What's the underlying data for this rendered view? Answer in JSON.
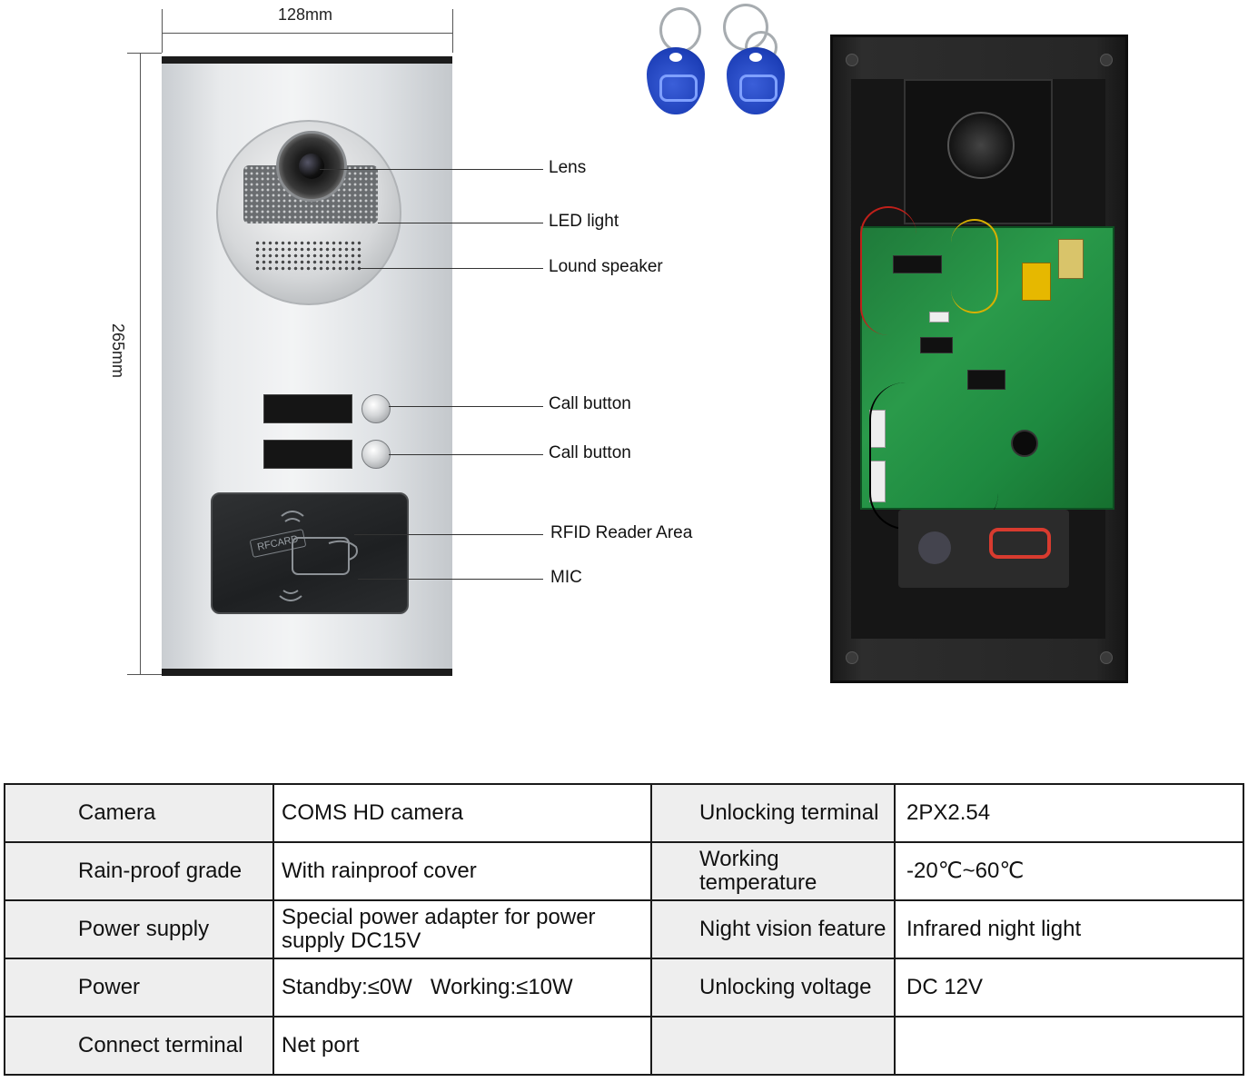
{
  "dimensions": {
    "width_label": "128mm",
    "height_label": "265mm"
  },
  "panel": {
    "rfid_label": "RFCARD"
  },
  "callouts": {
    "lens": "Lens",
    "led_light": "LED light",
    "speaker": "Lound speaker",
    "call_button_1": "Call button",
    "call_button_2": "Call button",
    "rfid": "RFID Reader Area",
    "mic": "MIC"
  },
  "colors": {
    "fob_blue": "#1d3fb8",
    "pcb_green": "#2a9a4a",
    "housing_black": "#1a1a1a"
  },
  "specs": [
    {
      "k1": "Camera",
      "v1": "COMS HD camera",
      "k2": "Unlocking terminal",
      "v2": "2PX2.54"
    },
    {
      "k1": "Rain-proof grade",
      "v1": "With rainproof cover",
      "k2": "Working temperature",
      "v2": "-20℃~60℃"
    },
    {
      "k1": "Power supply",
      "v1": "Special power adapter for power supply DC15V",
      "k2": "Night vision feature",
      "v2": "Infrared night light"
    },
    {
      "k1": "Power",
      "v1": "Standby:≤0W   Working:≤10W",
      "k2": "Unlocking voltage",
      "v2": "DC 12V"
    },
    {
      "k1": "Connect terminal",
      "v1": "Net port",
      "k2": "",
      "v2": ""
    }
  ]
}
